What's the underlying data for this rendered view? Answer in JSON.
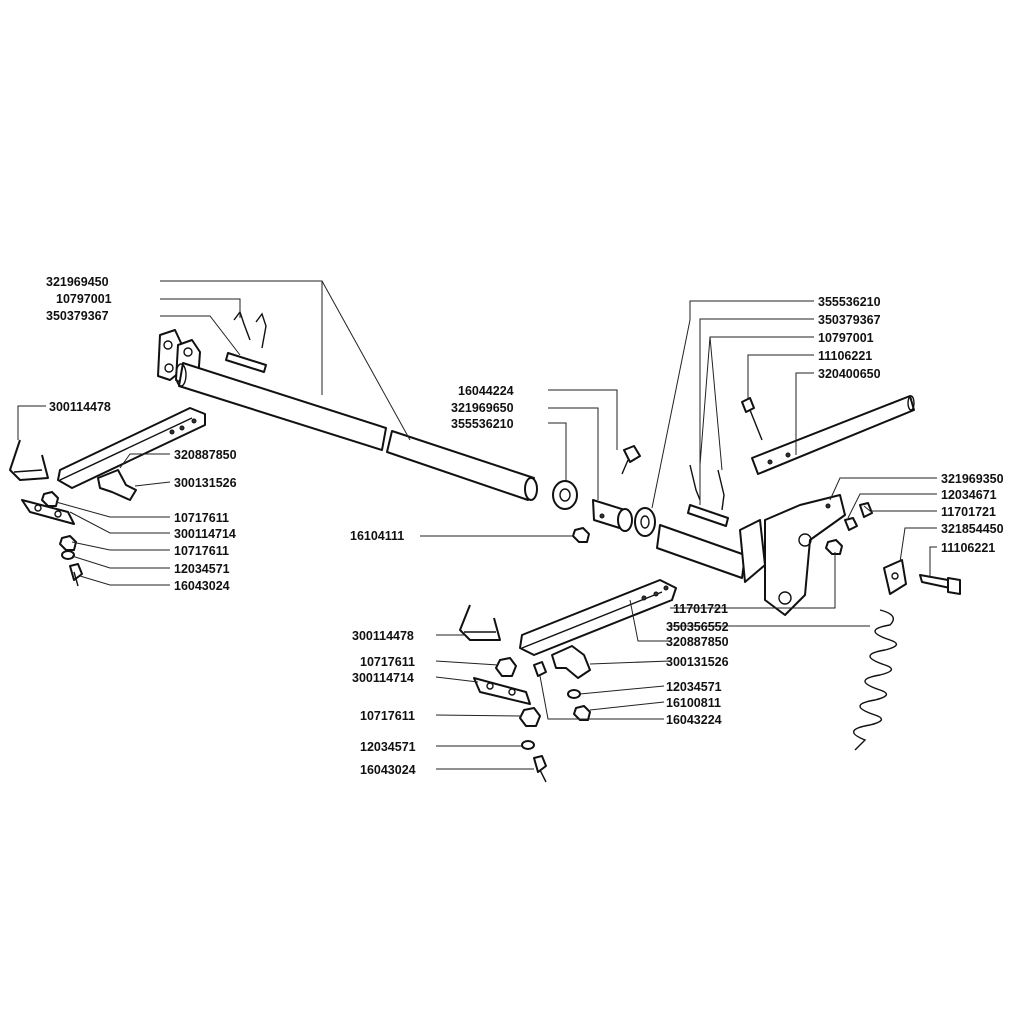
{
  "callouts": [
    {
      "id": "c01",
      "text": "321969450"
    },
    {
      "id": "c02",
      "text": "10797001"
    },
    {
      "id": "c03",
      "text": "350379367"
    },
    {
      "id": "c04",
      "text": "300114478"
    },
    {
      "id": "c05",
      "text": "320887850"
    },
    {
      "id": "c06",
      "text": "300131526"
    },
    {
      "id": "c07",
      "text": "10717611"
    },
    {
      "id": "c08",
      "text": "300114714"
    },
    {
      "id": "c09",
      "text": "10717611"
    },
    {
      "id": "c10",
      "text": "12034571"
    },
    {
      "id": "c11",
      "text": "16043024"
    },
    {
      "id": "c12",
      "text": "16044224"
    },
    {
      "id": "c13",
      "text": "321969650"
    },
    {
      "id": "c14",
      "text": "355536210"
    },
    {
      "id": "c15",
      "text": "16104111"
    },
    {
      "id": "c16",
      "text": "355536210"
    },
    {
      "id": "c17",
      "text": "350379367"
    },
    {
      "id": "c18",
      "text": "10797001"
    },
    {
      "id": "c19",
      "text": "11106221"
    },
    {
      "id": "c20",
      "text": "320400650"
    },
    {
      "id": "c21",
      "text": "321969350"
    },
    {
      "id": "c22",
      "text": "12034671"
    },
    {
      "id": "c23",
      "text": "11701721"
    },
    {
      "id": "c24",
      "text": "321854450"
    },
    {
      "id": "c25",
      "text": "11106221"
    },
    {
      "id": "c26",
      "text": "11701721"
    },
    {
      "id": "c27",
      "text": "350356552"
    },
    {
      "id": "c28",
      "text": "320887850"
    },
    {
      "id": "c29",
      "text": "300131526"
    },
    {
      "id": "c30",
      "text": "300114478"
    },
    {
      "id": "c31",
      "text": "10717611"
    },
    {
      "id": "c32",
      "text": "300114714"
    },
    {
      "id": "c33",
      "text": "12034571"
    },
    {
      "id": "c34",
      "text": "16100811"
    },
    {
      "id": "c35",
      "text": "16043224"
    },
    {
      "id": "c36",
      "text": "10717611"
    },
    {
      "id": "c37",
      "text": "12034571"
    },
    {
      "id": "c38",
      "text": "16043024"
    }
  ]
}
